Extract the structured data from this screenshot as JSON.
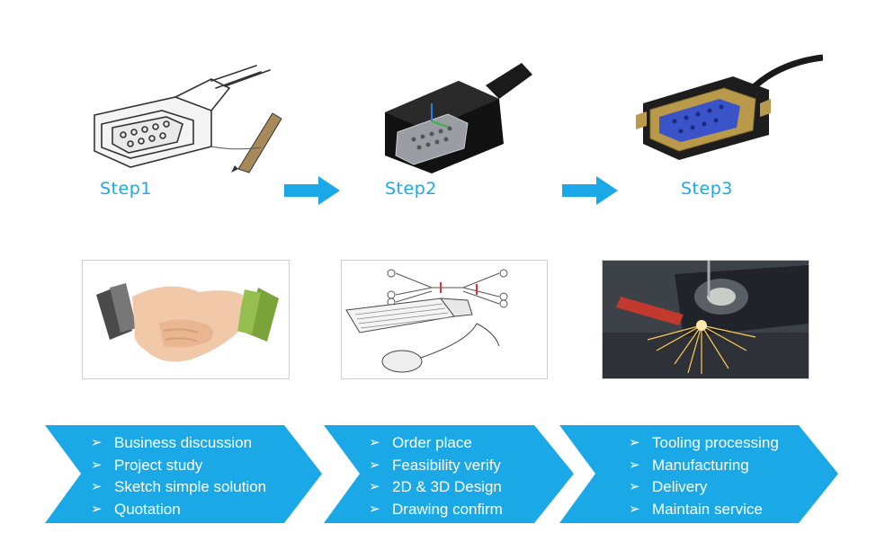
{
  "steps": [
    {
      "label": "Step1",
      "illustration": "sketched-db9-connector-with-pencil"
    },
    {
      "label": "Step2",
      "illustration": "black-db9-connector-3d-model"
    },
    {
      "label": "Step3",
      "illustration": "finished-db9-female-cable"
    }
  ],
  "photos": [
    {
      "subject": "handshake-illustration"
    },
    {
      "subject": "cad-drawing-with-keyboard-mouse"
    },
    {
      "subject": "laser-welding-sparks"
    }
  ],
  "stages": [
    {
      "bullets": [
        "Business discussion",
        "Project study",
        "Sketch simple solution",
        "Quotation"
      ]
    },
    {
      "bullets": [
        "Order place",
        "Feasibility verify",
        "2D & 3D Design",
        "Drawing confirm"
      ]
    },
    {
      "bullets": [
        "Tooling processing",
        "Manufacturing",
        "Delivery",
        "Maintain service"
      ]
    }
  ],
  "bullet_marker": "➢",
  "colors": {
    "accent": "#1aa9e6",
    "banner": "#1aa9e6",
    "banner_text": "#ffffff"
  }
}
